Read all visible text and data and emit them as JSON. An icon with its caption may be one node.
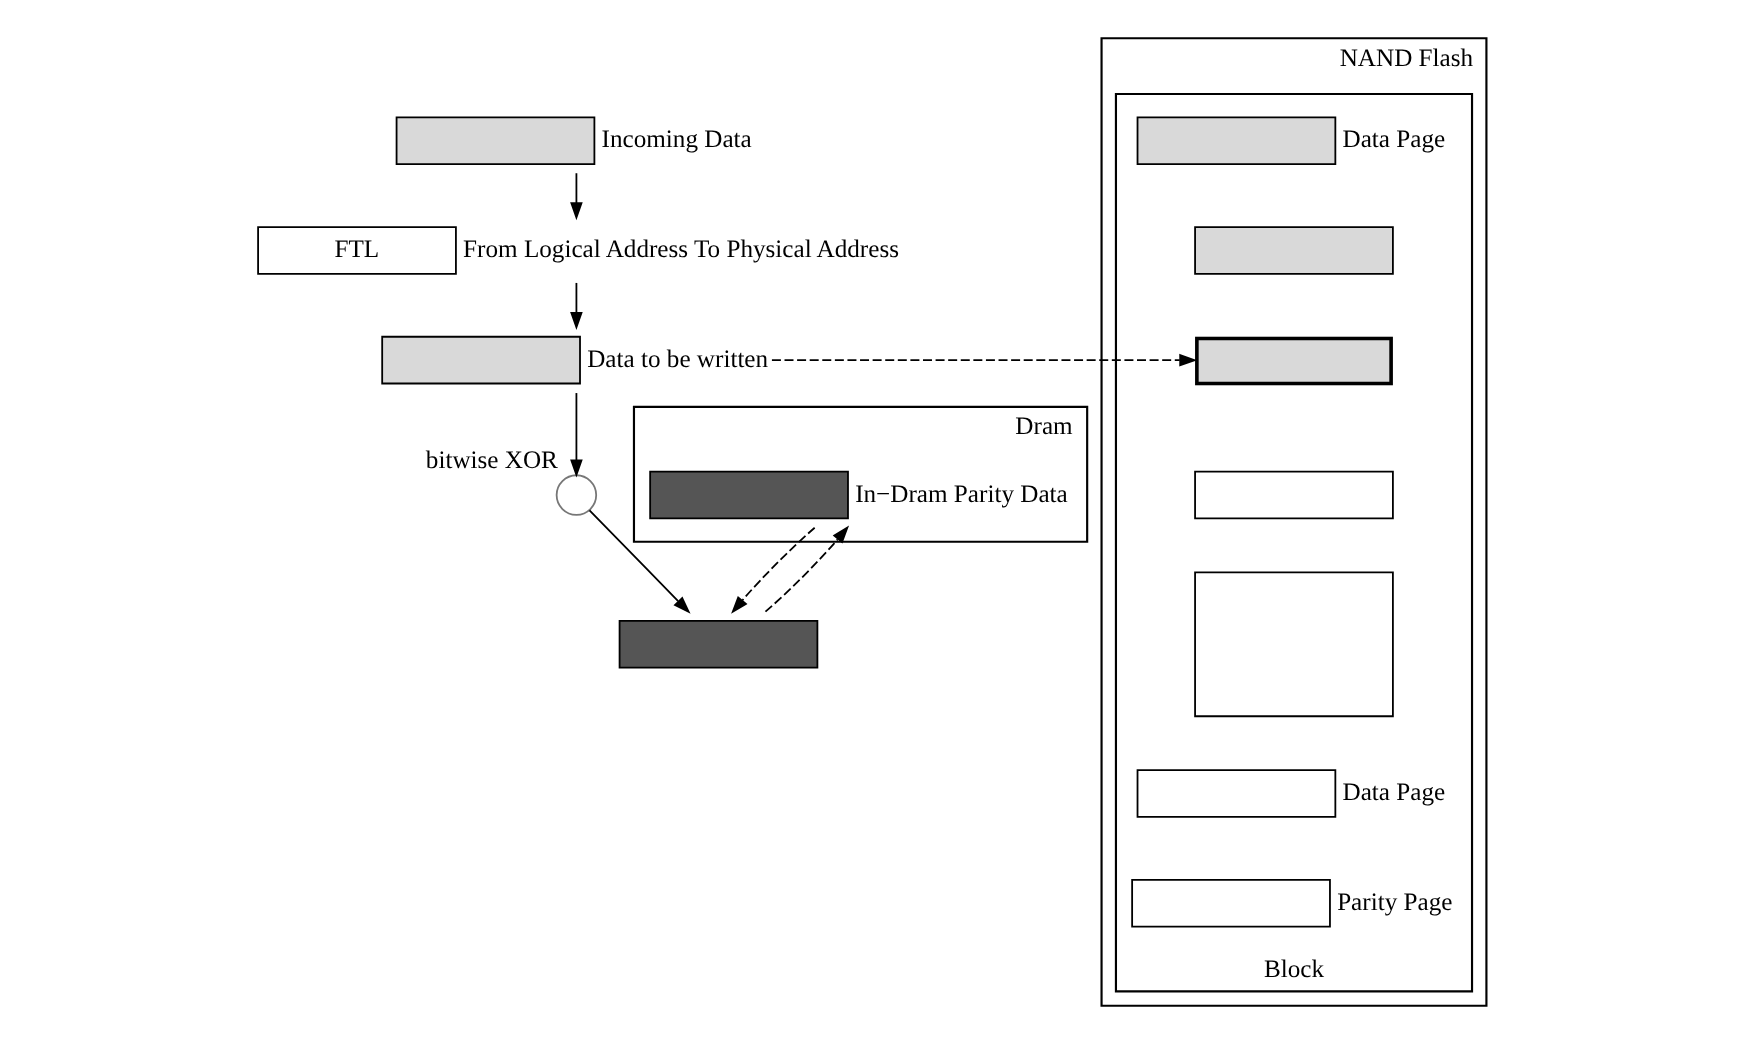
{
  "diagram": {
    "nodes": [
      {
        "text": [],
        "shape": "box",
        "beside": [
          "Incoming Data"
        ]
      },
      {
        "text": [
          "FTL"
        ],
        "beside": [
          "From Logical Address To Physical Address"
        ]
      },
      {
        "text": [],
        "shape": "box",
        "beside": [
          "Data to be written"
        ]
      },
      {
        "text": [],
        "shape": "circle",
        "beside": [
          "bitwise XOR"
        ]
      },
      {
        "text": [],
        "shape": "box"
      },
      {
        "text": [
          "Dram"
        ]
      },
      {
        "text": [],
        "shape": "box",
        "in": 5,
        "beside": [
          "In−Dram Parity Data"
        ]
      },
      {
        "text": [
          "NAND Flash"
        ]
      },
      {
        "text": [
          "Block"
        ],
        "in": 7
      },
      {
        "text": [],
        "shape": "box",
        "in": 8,
        "beside": [
          "Data Page"
        ]
      },
      {
        "text": [],
        "shape": "box",
        "in": 8
      },
      {
        "text": [],
        "shape": "box",
        "in": 8
      },
      {
        "text": [],
        "shape": "box",
        "in": 8
      },
      {
        "text": [],
        "shape": "box",
        "in": 8
      },
      {
        "text": [],
        "shape": "box",
        "in": 8,
        "beside": [
          "Data Page"
        ]
      },
      {
        "text": [],
        "shape": "box",
        "in": 8,
        "beside": [
          "Parity Page"
        ]
      }
    ],
    "edges": [
      {
        "from": 0,
        "to": 1,
        "arrow": "to"
      },
      {
        "from": 1,
        "to": 2,
        "arrow": "to"
      },
      {
        "from": 2,
        "to": 11,
        "arrow": "to",
        "style": "dashed"
      },
      {
        "from": 2,
        "to": 3,
        "arrow": "to"
      },
      {
        "from": 3,
        "to": 4,
        "arrow": "to"
      },
      {
        "from": 4,
        "to": 6,
        "arrow": "to",
        "style": "dashed"
      },
      {
        "from": 6,
        "to": 4,
        "arrow": "to",
        "style": "dashed"
      }
    ]
  }
}
